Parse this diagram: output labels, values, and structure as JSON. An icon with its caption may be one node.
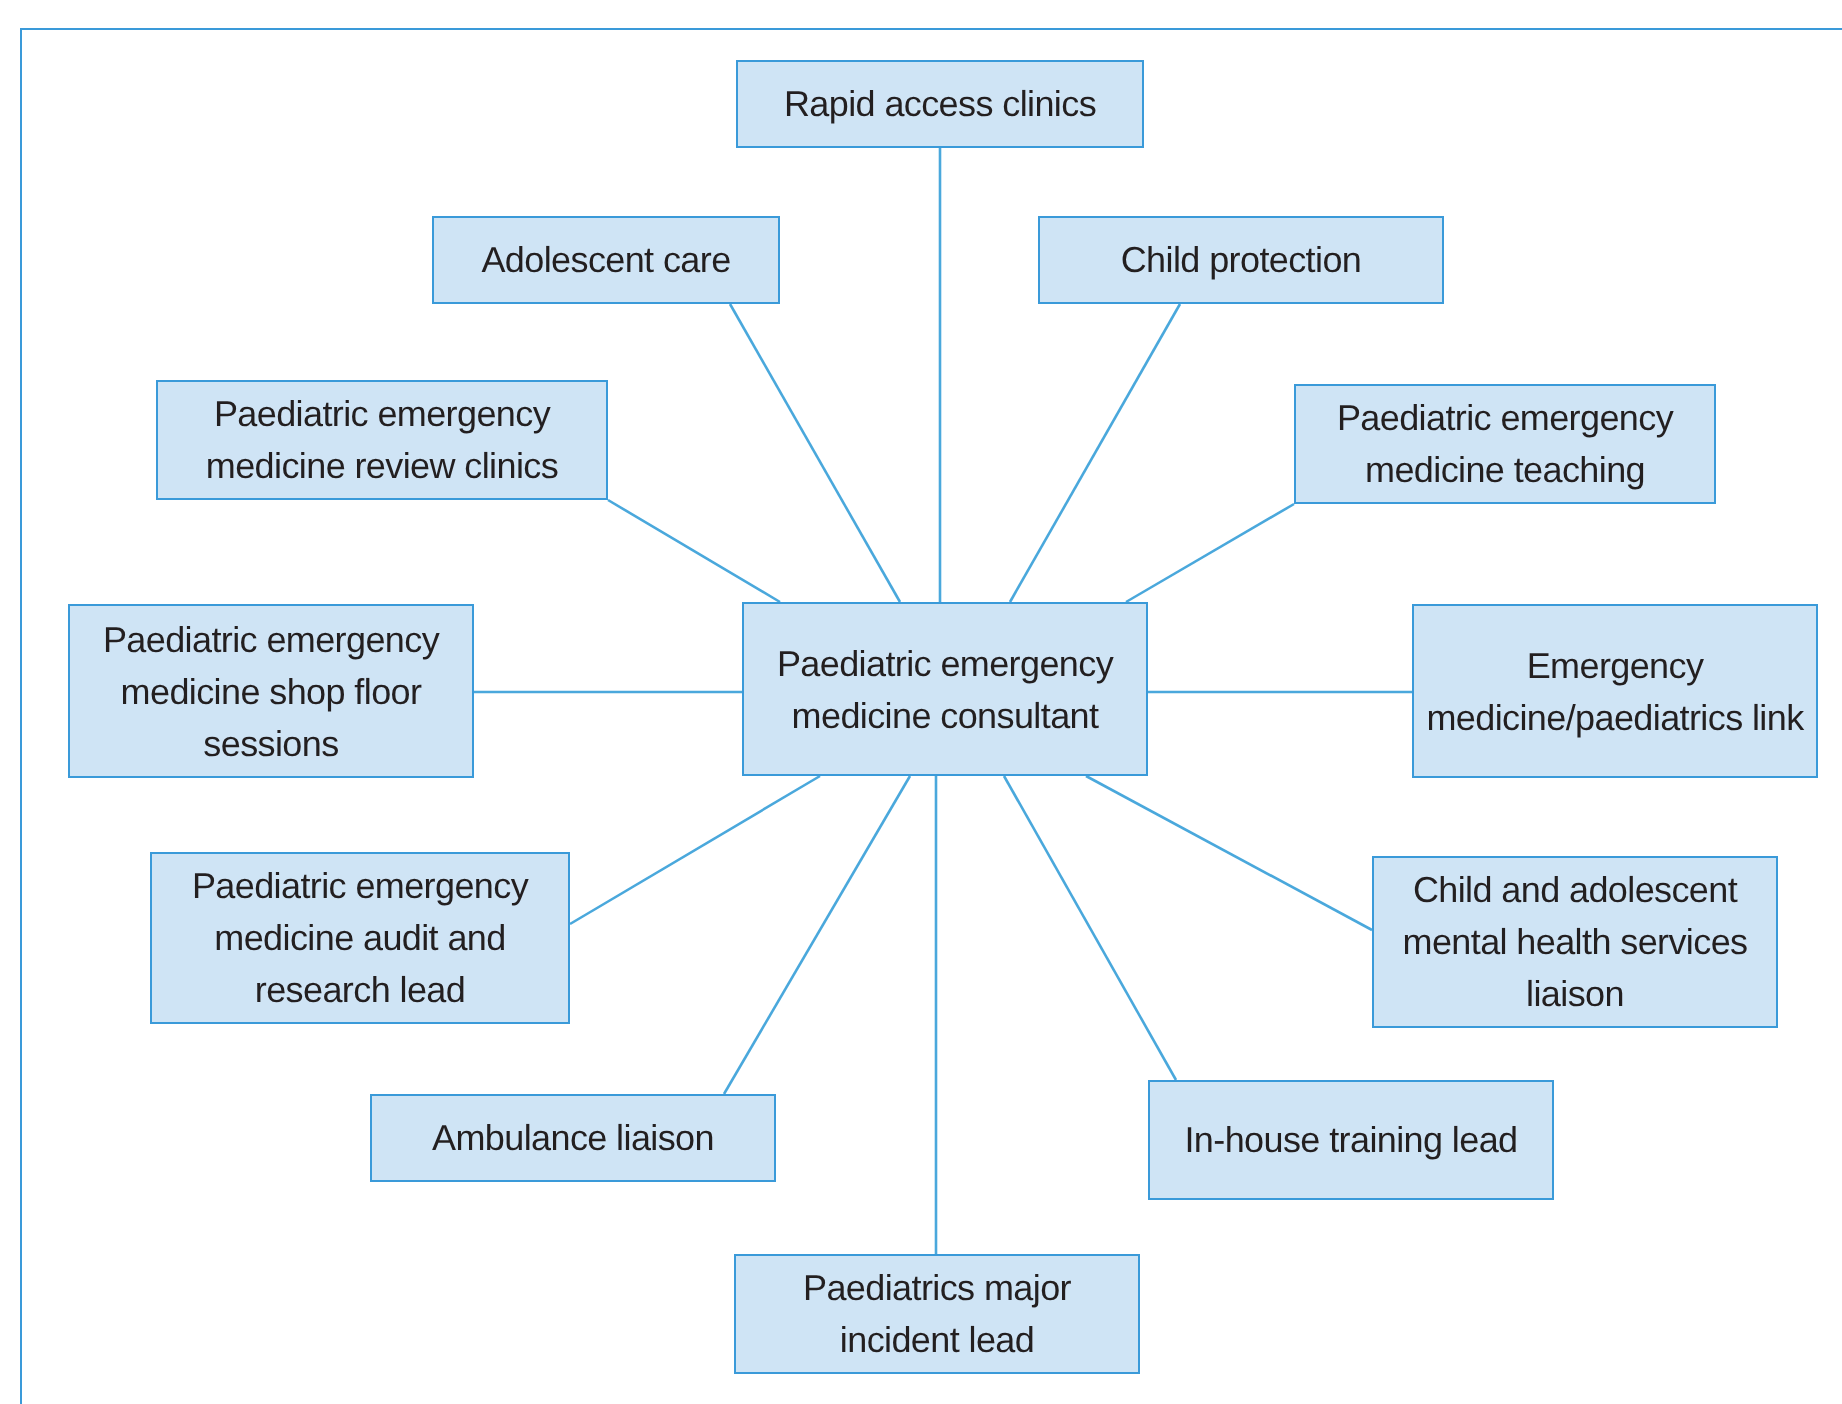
{
  "diagram": {
    "nodes": [
      {
        "text": [
          "Paediatric emergency medicine consultant"
        ]
      },
      {
        "text": [
          "Rapid access clinics"
        ]
      },
      {
        "text": [
          "Adolescent care"
        ]
      },
      {
        "text": [
          "Child protection"
        ]
      },
      {
        "text": [
          "Paediatric emergency medicine review clinics"
        ]
      },
      {
        "text": [
          "Paediatric emergency medicine teaching"
        ]
      },
      {
        "text": [
          "Paediatric emergency medicine shop floor sessions"
        ]
      },
      {
        "text": [
          "Emergency medicine/paediatrics link"
        ]
      },
      {
        "text": [
          "Paediatric emergency medicine audit and research lead"
        ]
      },
      {
        "text": [
          "Child and adolescent mental health services liaison"
        ]
      },
      {
        "text": [
          "Ambulance liaison"
        ]
      },
      {
        "text": [
          "In-house training lead"
        ]
      },
      {
        "text": [
          "Paediatrics major incident lead"
        ]
      }
    ],
    "edges": [
      {
        "from": 0,
        "to": 1,
        "arrow": "none"
      },
      {
        "from": 0,
        "to": 2,
        "arrow": "none"
      },
      {
        "from": 0,
        "to": 3,
        "arrow": "none"
      },
      {
        "from": 0,
        "to": 4,
        "arrow": "none"
      },
      {
        "from": 0,
        "to": 5,
        "arrow": "none"
      },
      {
        "from": 0,
        "to": 6,
        "arrow": "none"
      },
      {
        "from": 0,
        "to": 7,
        "arrow": "none"
      },
      {
        "from": 0,
        "to": 8,
        "arrow": "none"
      },
      {
        "from": 0,
        "to": 9,
        "arrow": "none"
      },
      {
        "from": 0,
        "to": 10,
        "arrow": "none"
      },
      {
        "from": 0,
        "to": 11,
        "arrow": "none"
      },
      {
        "from": 0,
        "to": 12,
        "arrow": "none"
      }
    ]
  }
}
